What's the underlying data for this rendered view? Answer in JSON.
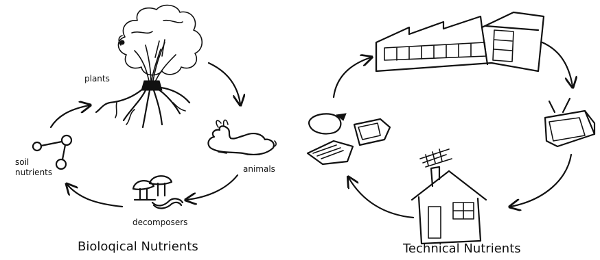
{
  "biological": {
    "caption": "Bioloqical Nutrients",
    "labels": {
      "plants": "plants",
      "animals": "animals",
      "decomposers": "decomposers",
      "soil_line1": "soil",
      "soil_line2": "nutrients"
    }
  },
  "technical": {
    "caption": "Technical Nutrients"
  }
}
